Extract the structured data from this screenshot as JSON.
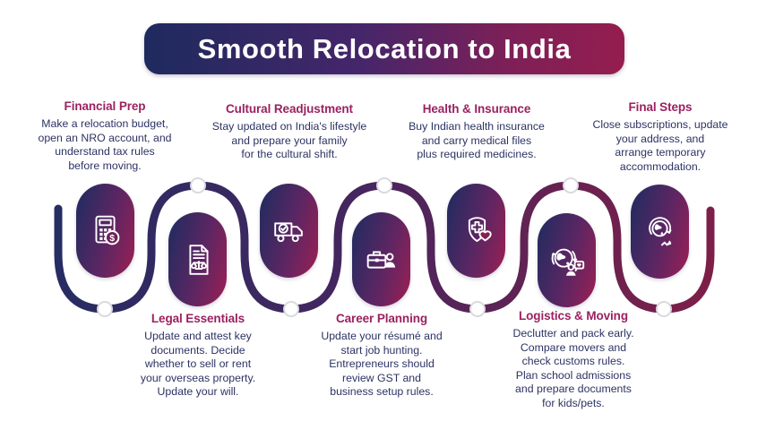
{
  "title": "Smooth Relocation to India",
  "colors": {
    "banner_gradient_start": "#1e2a5e",
    "banner_gradient_end": "#951d4e",
    "pill_gradient_start": "#262b60",
    "pill_gradient_end": "#952055",
    "path_gradient_start": "#272c62",
    "path_gradient_end": "#7d1f48",
    "heading_color": "#9b2160",
    "body_color": "#2c3263",
    "node_fill": "#ffffff",
    "icon_color": "#ffffff",
    "background": "#ffffff"
  },
  "steps": [
    {
      "id": "financial-prep",
      "position": "top",
      "title": "Financial Prep",
      "description": "Make a relocation budget,\nopen an NRO account, and\nunderstand tax rules\nbefore moving.",
      "icon": "calculator-dollar-icon"
    },
    {
      "id": "legal-essentials",
      "position": "bottom",
      "title": "Legal Essentials",
      "description": "Update and attest key\ndocuments. Decide\nwhether to sell or rent\nyour overseas property.\nUpdate your will.",
      "icon": "legal-document-scales-icon"
    },
    {
      "id": "cultural-readjustment",
      "position": "top",
      "title": "Cultural Readjustment",
      "description": "Stay updated on India's lifestyle\nand prepare your family\nfor the cultural shift.",
      "icon": "moving-truck-check-icon"
    },
    {
      "id": "career-planning",
      "position": "bottom",
      "title": "Career Planning",
      "description": "Update your résumé and\nstart job hunting.\nEntrepreneurs should\nreview GST and\nbusiness setup rules.",
      "icon": "briefcase-person-icon"
    },
    {
      "id": "health-insurance",
      "position": "top",
      "title": "Health & Insurance",
      "description": "Buy Indian health insurance\nand carry medical files\nplus required medicines.",
      "icon": "shield-cross-heart-icon"
    },
    {
      "id": "logistics-moving",
      "position": "bottom",
      "title": "Logistics & Moving",
      "description": "Declutter and pack early.\nCompare movers and\ncheck customs rules.\nPlan school admissions\nand prepare documents\nfor kids/pets.",
      "icon": "globe-people-heart-icon"
    },
    {
      "id": "final-steps",
      "position": "top",
      "title": "Final Steps",
      "description": "Close subscriptions, update\nyour address, and\narrange temporary\naccommodation.",
      "icon": "globe-cycle-arrow-icon"
    }
  ]
}
